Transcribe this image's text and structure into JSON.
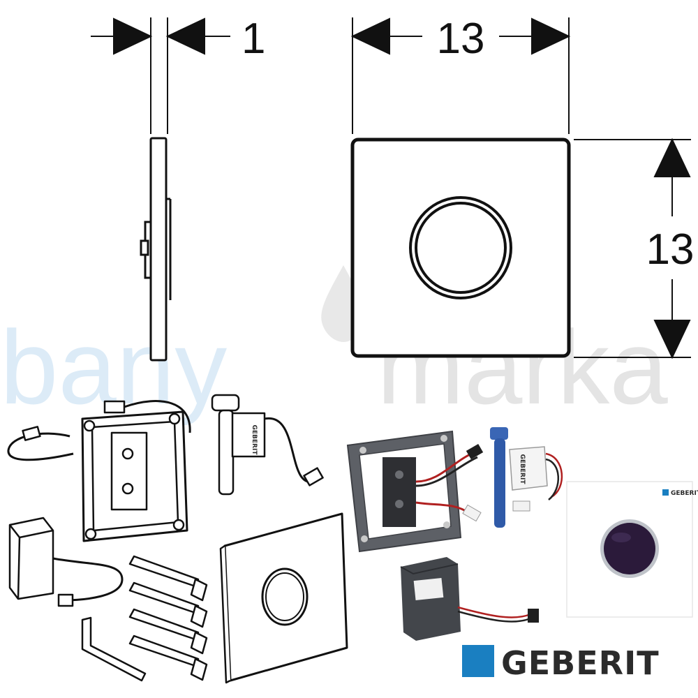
{
  "dimensions": {
    "thickness_label": "1",
    "width_label": "13",
    "height_label": "13"
  },
  "watermark": {
    "left_text": "bany",
    "right_text": "marka",
    "color_left": "#dcebf7",
    "color_right": "#e4e4e4"
  },
  "brand": {
    "name": "GEBERIT",
    "small_name": "GEBERIT",
    "accent_color": "#1a7fc1"
  },
  "colors": {
    "line": "#111111",
    "sensor_lens": "#2b1a3a",
    "blue_part": "#2f5aa8"
  }
}
